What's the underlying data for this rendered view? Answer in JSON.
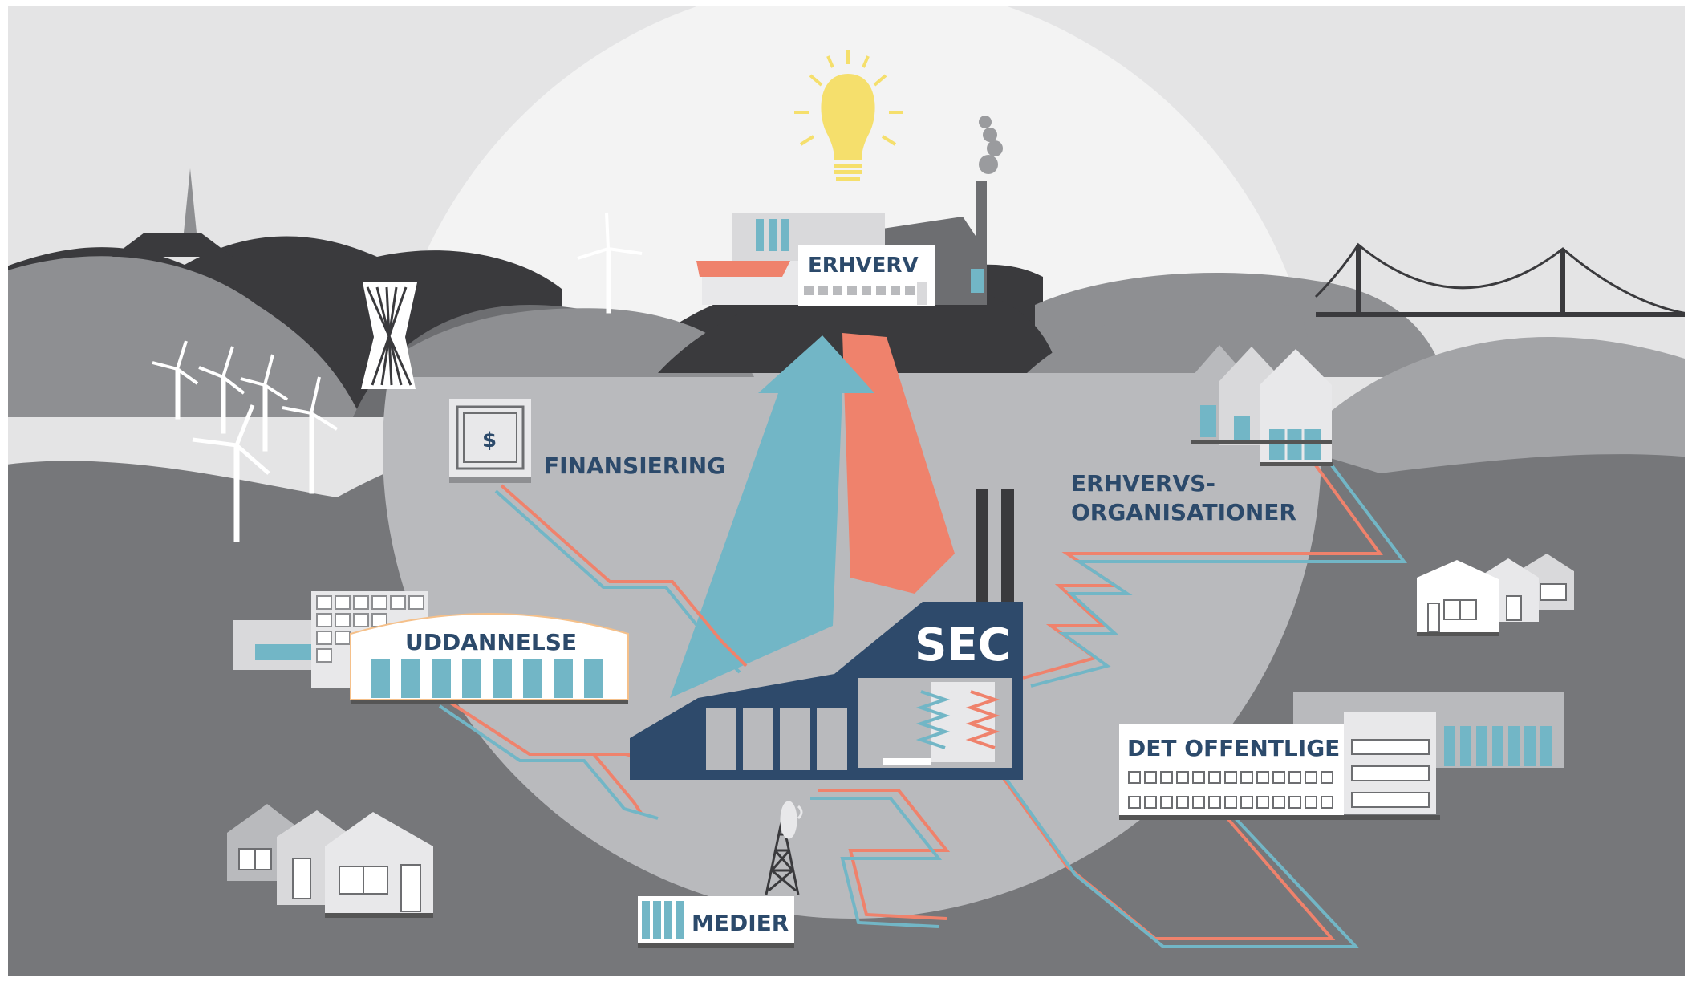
{
  "labels": {
    "erhverv": "ERHVERV",
    "finansiering": "FINANSIERING",
    "erhvervs_line1": "ERHVERVS-",
    "erhvervs_line2": "ORGANISATIONER",
    "uddannelse": "UDDANNELSE",
    "sec": "SEC",
    "det_offentlige": "DET OFFENTLIGE",
    "medier": "MEDIER",
    "dollar": "$"
  },
  "colors": {
    "sky": "#e4e4e5",
    "circle": "#f3f3f3",
    "ground": "#76777a",
    "ground_light": "#b9babd",
    "hill_dark": "#3a3a3d",
    "hill_mid": "#8e8f92",
    "navy": "#2e4a6b",
    "salmon": "#ef826c",
    "teal": "#72b6c6",
    "bulb": "#f5df6c",
    "label_text": "#2c4a6b"
  },
  "icons": [
    "lightbulb-icon",
    "wind-turbine-icon",
    "factory-icon",
    "bridge-icon",
    "house-icon",
    "radio-tower-icon",
    "safe-icon",
    "tower-icon"
  ]
}
